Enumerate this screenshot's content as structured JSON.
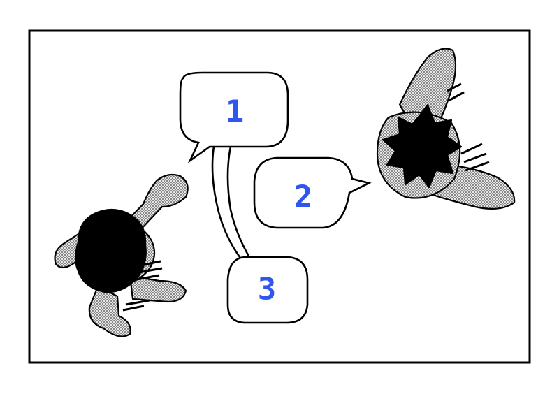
{
  "panel": {
    "bubbles": [
      {
        "id": "bubble-1",
        "number": "1"
      },
      {
        "id": "bubble-2",
        "number": "2"
      },
      {
        "id": "bubble-3",
        "number": "3"
      }
    ]
  },
  "colors": {
    "number": "#2f56f0",
    "ink": "#000000",
    "paper": "#ffffff",
    "tone": "#c8c8c8"
  }
}
